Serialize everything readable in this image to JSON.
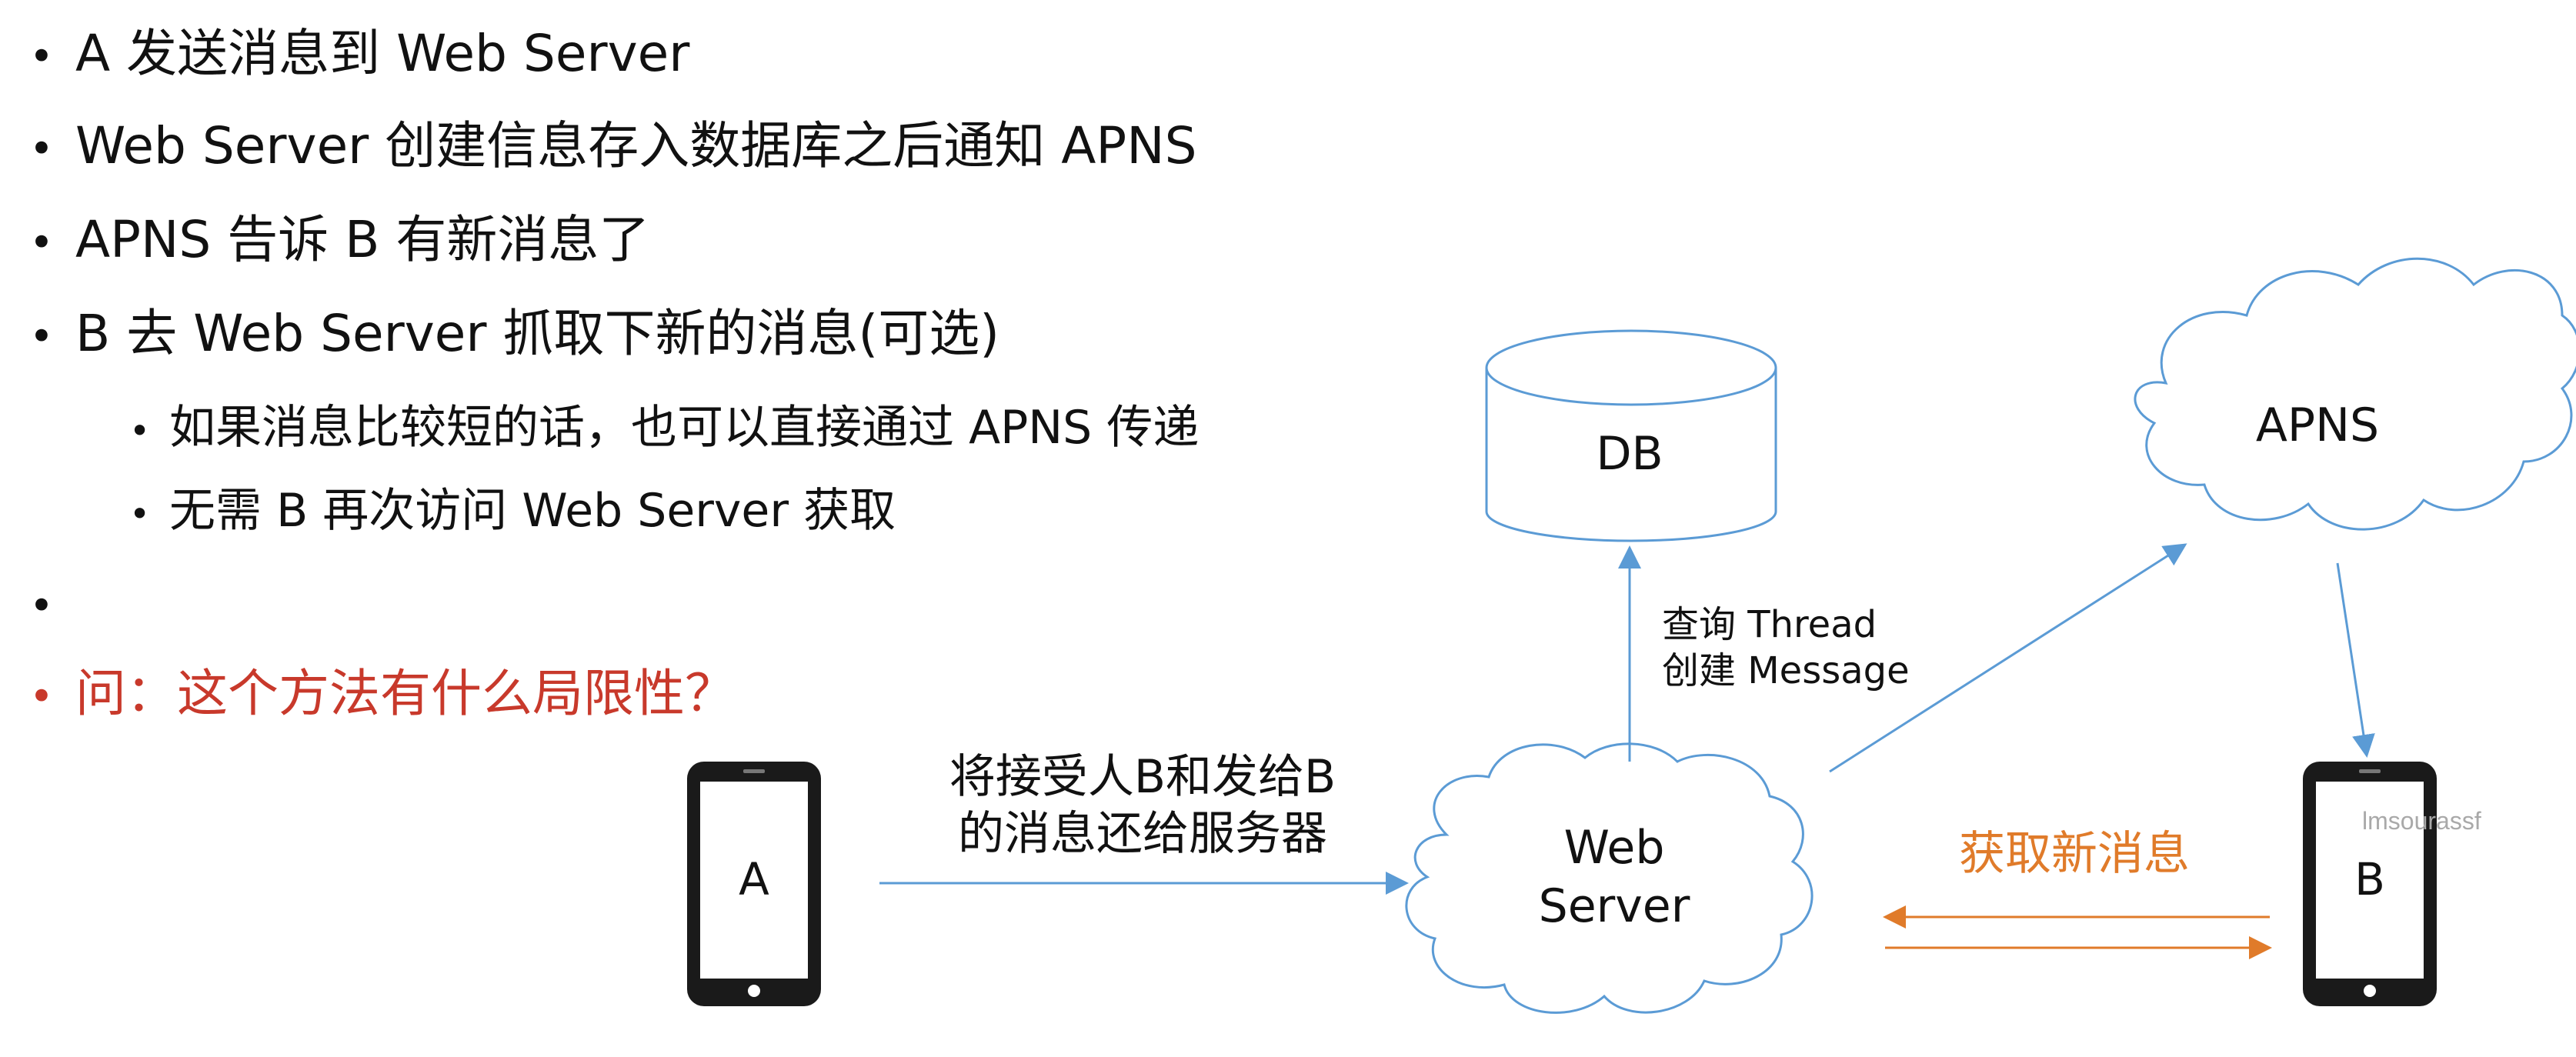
{
  "bullets": [
    {
      "text": "A 发送消息到 Web Server",
      "level": 1
    },
    {
      "text": "Web Server 创建信息存入数据库之后通知 APNS",
      "level": 1
    },
    {
      "text": "APNS 告诉 B 有新消息了",
      "level": 1
    },
    {
      "text": "B 去 Web Server 抓取下新的消息(可选)",
      "level": 1
    },
    {
      "text": "如果消息比较短的话，也可以直接通过 APNS 传递",
      "level": 2
    },
    {
      "text": "无需 B 再次访问 Web Server 获取",
      "level": 2
    },
    {
      "text": "",
      "level": 1
    },
    {
      "text": "问：这个方法有什么局限性？",
      "level": 1,
      "highlight": true
    }
  ],
  "diagram": {
    "nodes": {
      "db": "DB",
      "apns": "APNS",
      "web_server_line1": "Web",
      "web_server_line2": "Server",
      "phone_a": "A",
      "phone_b": "B"
    },
    "edges": {
      "a_to_server_line1": "将接受人B和发给B",
      "a_to_server_line2": "的消息还给服务器",
      "server_db_line1": "查询 Thread",
      "server_db_line2": "创建 Message",
      "b_server": "获取新消息"
    },
    "watermark": "lmsourassf",
    "colors": {
      "line": "#5b9bd5",
      "fetch": "#e07b2a",
      "question": "#c8392b",
      "phone": "#1a1a1a"
    }
  }
}
